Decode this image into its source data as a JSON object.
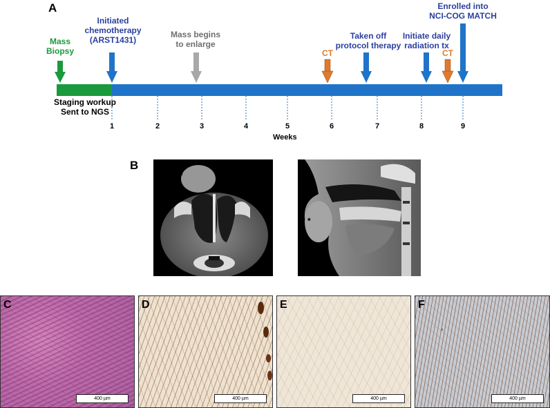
{
  "panel_a": {
    "letter": "A",
    "events": {
      "mass_biopsy": "Mass\nBiopsy",
      "initiated_chemo": "Initiated\nchemotherapy\n(ARST1431)",
      "mass_enlarge": "Mass begins\nto enlarge",
      "ct1": "CT",
      "taken_off": "Taken off\nprotocol therapy",
      "radiation": "Initiate daily\nradiation tx",
      "ct2": "CT",
      "enrolled": "Enrolled into\nNCI-COG MATCH"
    },
    "staging": "Staging workup\nSent to NGS",
    "ticks": [
      "1",
      "2",
      "3",
      "4",
      "5",
      "6",
      "7",
      "8",
      "9"
    ],
    "axis_label": "Weeks",
    "colors": {
      "green": "#1a9a3c",
      "blue": "#1f74c9",
      "gray": "#a0a0a0",
      "orange": "#e07a2c",
      "title_blue": "#2a3f9e"
    }
  },
  "panel_b": {
    "letter": "B",
    "marker": "*"
  },
  "panel_c": {
    "letter": "C",
    "scale": "400 µm"
  },
  "panel_d": {
    "letter": "D",
    "scale": "400 µm"
  },
  "panel_e": {
    "letter": "E",
    "scale": "400 µm"
  },
  "panel_f": {
    "letter": "F",
    "scale": "400 µm"
  }
}
